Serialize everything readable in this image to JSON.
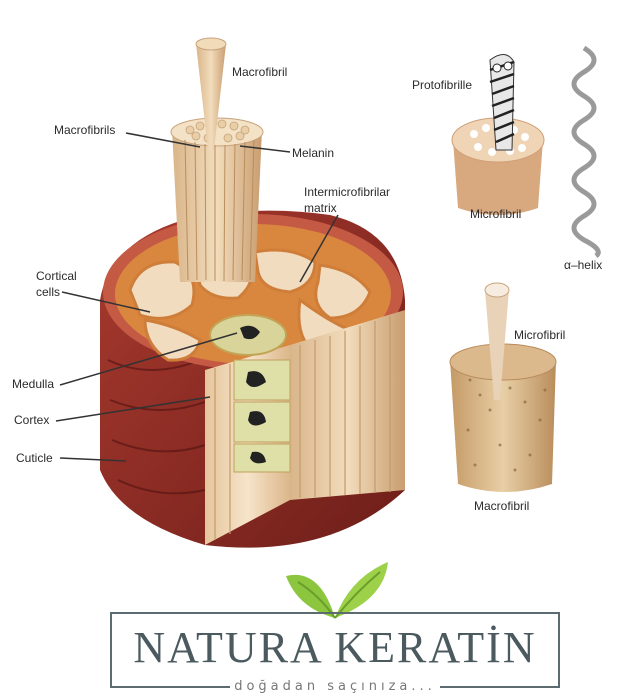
{
  "labels": {
    "macrofibril_top": "Macrofibril",
    "macrofibrils": "Macrofibrils",
    "melanin": "Melanin",
    "intermicrofibrilar": "Intermicrofibrilar",
    "matrix": "matrix",
    "cortical": "Cortical",
    "cells": "cells",
    "medulla": "Medulla",
    "cortex": "Cortex",
    "cuticle": "Cuticle",
    "protofibrille": "Protofibrille",
    "microfibril_upper": "Microfibril",
    "alpha_helix": "α–helix",
    "microfibril_lower": "Microfibril",
    "macrofibril_bottom": "Macrofibril"
  },
  "brand": {
    "name": "NATURA KERATİN",
    "tagline": "doğadan saçınıza..."
  },
  "colors": {
    "cuticle": "#8b2a24",
    "cortex": "#e8c9a0",
    "matrix": "#d9863f",
    "medulla": "#d8d49a",
    "leaf": "#8cc63f",
    "brand": "#4a5a5f"
  }
}
